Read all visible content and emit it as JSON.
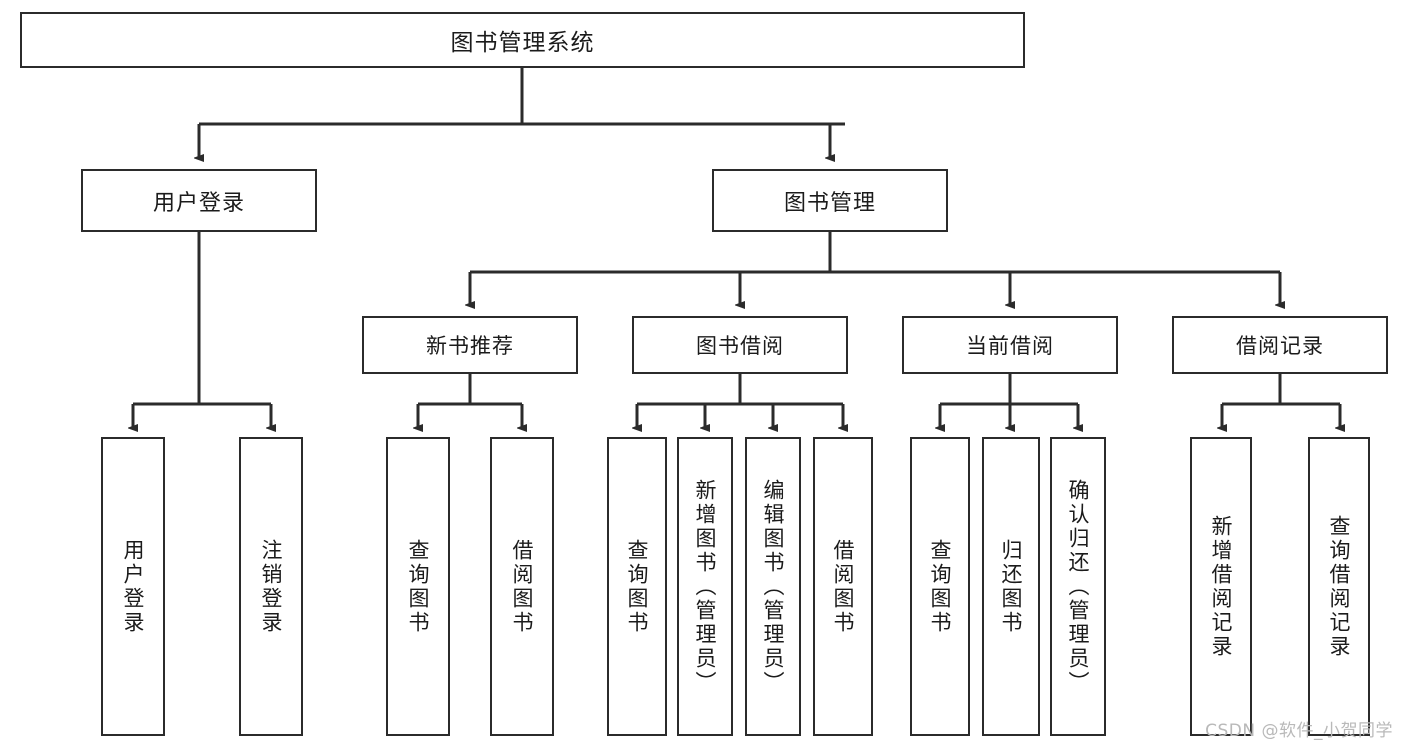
{
  "diagram": {
    "title": "图书管理系统",
    "watermark": "CSDN @软件_小贺同学",
    "line_color": "#2b2b2b",
    "box_fill": "#ffffff",
    "text_color": "#1b1b1b",
    "root": {
      "label": "图书管理系统"
    },
    "level2": [
      {
        "label": "用户登录"
      },
      {
        "label": "图书管理"
      }
    ],
    "level3": [
      {
        "label": "新书推荐"
      },
      {
        "label": "图书借阅"
      },
      {
        "label": "当前借阅"
      },
      {
        "label": "借阅记录"
      }
    ],
    "leaves": {
      "user_login": [
        {
          "label": "用户登录"
        },
        {
          "label": "注销登录"
        }
      ],
      "new_book": [
        {
          "label": "查询图书"
        },
        {
          "label": "借阅图书"
        }
      ],
      "borrow_book": [
        {
          "label": "查询图书"
        },
        {
          "label": "新增图书（管理员）"
        },
        {
          "label": "编辑图书（管理员）"
        },
        {
          "label": "借阅图书"
        }
      ],
      "current_borrow": [
        {
          "label": "查询图书"
        },
        {
          "label": "归还图书"
        },
        {
          "label": "确认归还（管理员）"
        }
      ],
      "borrow_record": [
        {
          "label": "新增借阅记录"
        },
        {
          "label": "查询借阅记录"
        }
      ]
    }
  }
}
